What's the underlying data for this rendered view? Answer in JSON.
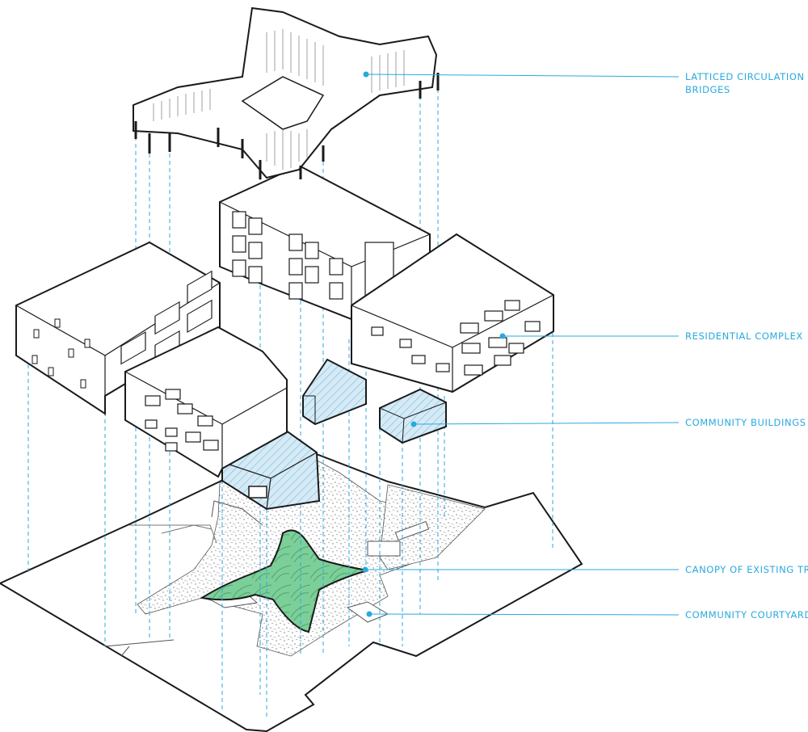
{
  "labels": {
    "bridges": [
      "LATTICED CIRCULATION",
      "BRIDGES"
    ],
    "residential": "RESIDENTIAL COMPLEX",
    "community_buildings": "COMMUNITY BUILDINGS",
    "canopy": "CANOPY OF EXISTING TREI",
    "courtyard": "COMMUNITY COURTYARD"
  },
  "colors": {
    "accent": "#29a9df",
    "canopy_fill": "#7ccf98",
    "community_fill": "#d6eaf5",
    "line": "#1a1a1a"
  }
}
